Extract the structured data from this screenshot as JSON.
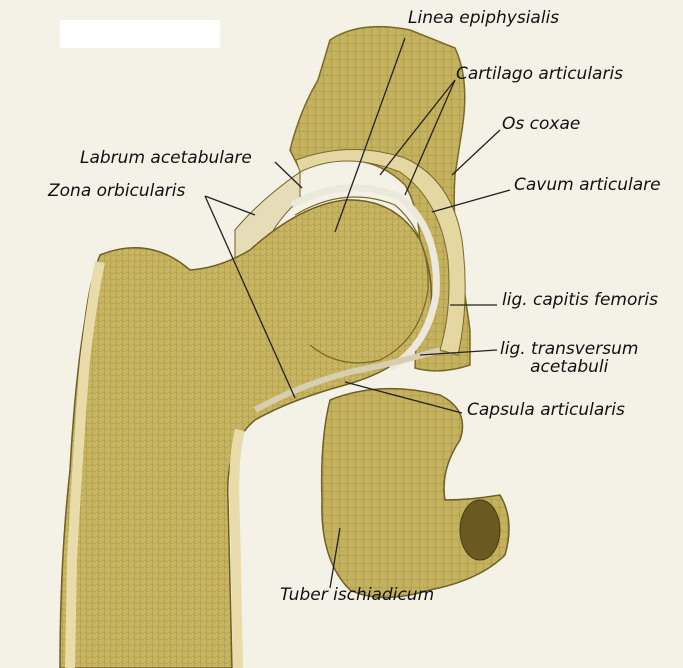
{
  "labels": {
    "linea_epiphysialis": "Linea epiphysialis",
    "cartilago_articularis": "Cartilago articularis",
    "os_coxae": "Os coxae",
    "labrum_acetabulare": "Labrum acetabulare",
    "cavum_articulare": "Cavum articulare",
    "zona_orbicularis": "Zona orbicularis",
    "lig_capitis_femoris": "lig. capitis femoris",
    "lig_transversum_line1": "lig. transversum",
    "lig_transversum_line2": "acetabuli",
    "capsula_articularis": "Capsula articularis",
    "tuber_ischiadicum": "Tuber ischiadicum"
  },
  "colors": {
    "bone": "#c9b562",
    "bone_dark": "#8f7a2e",
    "cortex": "#e6d9a6",
    "cartilage": "#e9e6dc",
    "background": "#f4f1e6",
    "leader": "#222222"
  }
}
